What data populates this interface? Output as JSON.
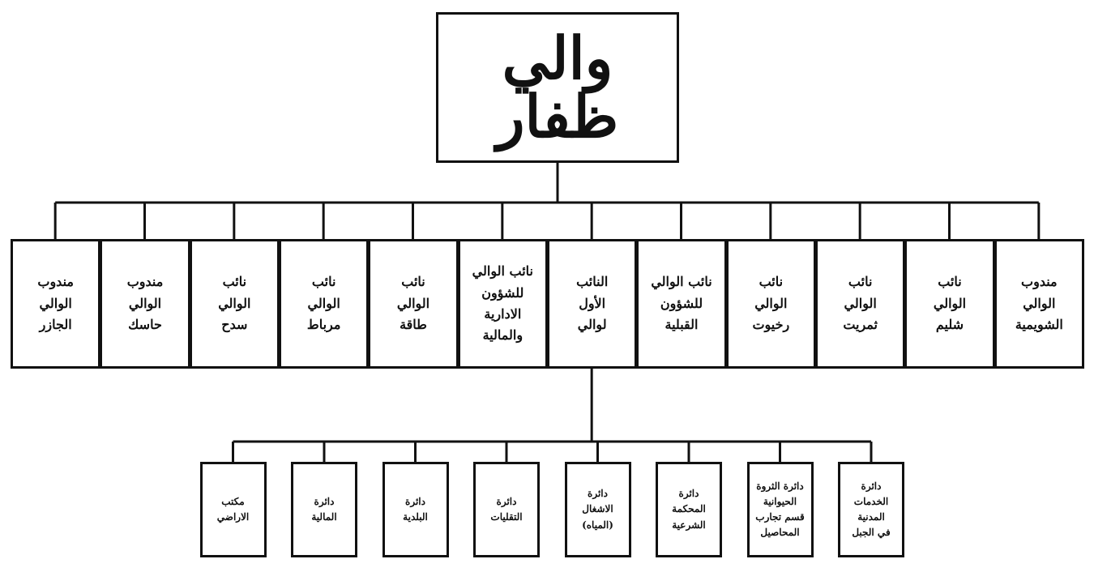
{
  "top": {
    "title": "والي ظفار"
  },
  "middle": [
    [
      "مندوب",
      "الوالي",
      "الشويمية"
    ],
    [
      "نائب",
      "الوالي",
      "شليم"
    ],
    [
      "نائب",
      "الوالي",
      "ثمريت"
    ],
    [
      "نائب",
      "الوالي",
      "رخيوت"
    ],
    [
      "نائب الوالي",
      "للشؤون",
      "القبلية"
    ],
    [
      "النائب",
      "الأول",
      "لوالي"
    ],
    [
      "نائب الوالي",
      "للشؤون",
      "الادارية",
      "والمالية"
    ],
    [
      "نائب",
      "الوالي",
      "طاقة"
    ],
    [
      "نائب",
      "الوالي",
      "مرباط"
    ],
    [
      "نائب",
      "الوالي",
      "سدح"
    ],
    [
      "مندوب",
      "الوالي",
      "حاسك"
    ],
    [
      "مندوب",
      "الوالي",
      "الجازر"
    ]
  ],
  "bottom": [
    [
      "دائرة",
      "الخدمات",
      "المدنية",
      "في الجبل"
    ],
    [
      "دائرة الثروة",
      "الحيوانية",
      "قسم تجارب",
      "المحاصيل"
    ],
    [
      "دائرة",
      "المحكمة",
      "الشرعية"
    ],
    [
      "دائرة",
      "الاشغال",
      "(المياه)"
    ],
    [
      "دائرة",
      "التقليات"
    ],
    [
      "دائرة",
      "البلدية"
    ],
    [
      "دائرة",
      "المالية"
    ],
    [
      "مكتب",
      "الاراضي"
    ]
  ],
  "colors": {
    "line": "#111111",
    "border": "#111111",
    "text": "#111111",
    "background": "#ffffff"
  }
}
